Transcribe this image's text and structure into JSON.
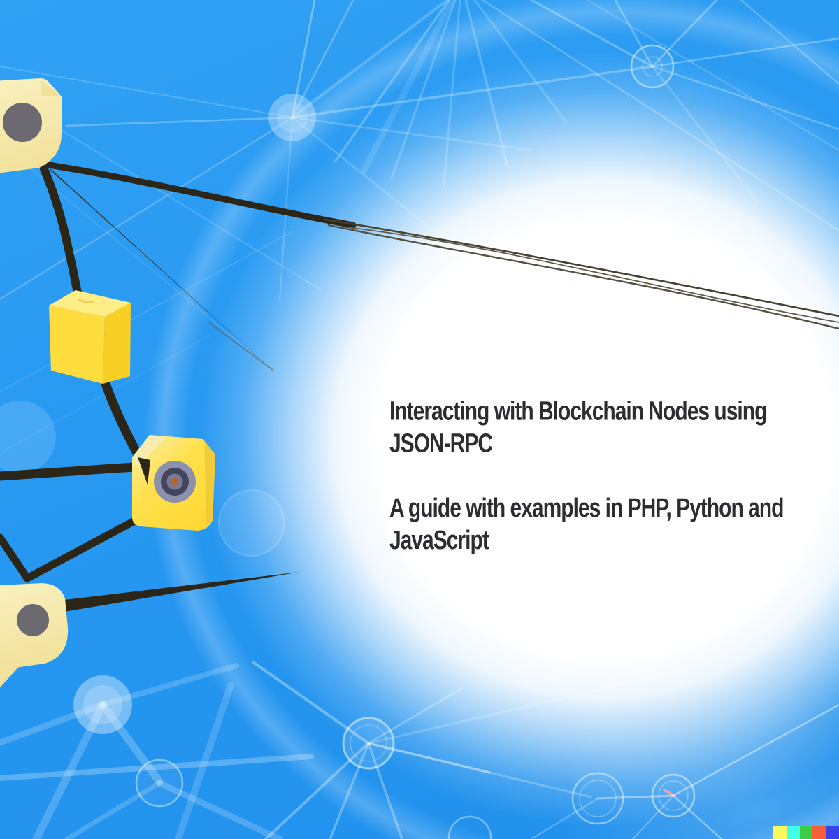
{
  "page": {
    "type": "illustration-cover"
  },
  "title": {
    "line1": "Interacting with Blockchain Nodes using",
    "line2": "JSON-RPC"
  },
  "subtitle": {
    "line1": "A guide with examples in PHP, Python and",
    "line2": "JavaScript"
  },
  "text_style": {
    "color": "#2c2c31"
  },
  "watermark": {
    "name": "color-bar",
    "colors": [
      "#fbf95b",
      "#40ffe8",
      "#3ecc44",
      "#f75f3b",
      "#3941e8"
    ]
  },
  "scene": {
    "background": {
      "top": "#31a1f4",
      "bottom": "#2090ec",
      "glow": "#ffffff",
      "network_color": "#ffffff"
    },
    "graph": {
      "line_color": "#2b2618",
      "cube_pale": "#f6e9ab",
      "cube_bright": "#ffd930",
      "node_dot": "#6d6971",
      "lens_outer": "#8b90ad",
      "lens_ring": "#42455b",
      "lens_center": "#b5642b",
      "cubes": [
        "top-left-cube",
        "middle-cube",
        "lens-cube",
        "bottom-left-cube"
      ]
    }
  }
}
